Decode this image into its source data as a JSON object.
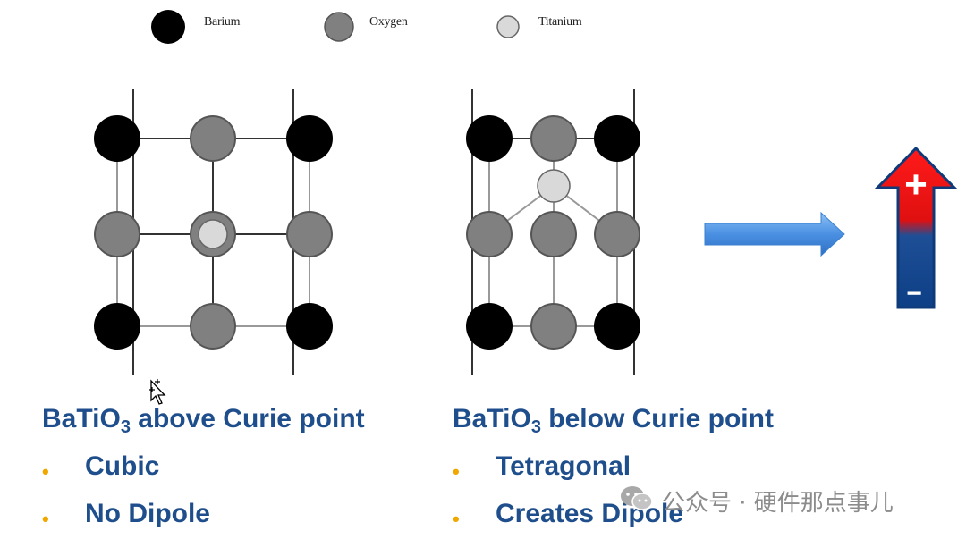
{
  "legend": {
    "barium_label": "Barium",
    "oxygen_label": "Oxygen",
    "titanium_label": "Titanium"
  },
  "colors": {
    "barium": "#000000",
    "oxygen": "#808080",
    "titanium": "#d9d9d9",
    "caption_text": "#1f4e8c",
    "bullet": "#f0a800",
    "arrow_blue": "#4a90e2",
    "dipole_positive": "#ff1010",
    "dipole_negative": "#0d3f86"
  },
  "left_panel": {
    "caption_main": "BaTiO",
    "caption_sub": "3",
    "caption_rest": " above Curie point",
    "bullets": [
      "Cubic",
      "No Dipole"
    ]
  },
  "right_panel": {
    "caption_main": "BaTiO",
    "caption_sub": "3",
    "caption_rest": " below Curie point",
    "bullets": [
      "Tetragonal",
      "Creates Dipole"
    ]
  },
  "dipole": {
    "positive_sign": "+",
    "negative_sign": "−"
  },
  "watermark": {
    "text": "公众号 · 硬件那点事儿",
    "icon": "wechat-icon"
  }
}
